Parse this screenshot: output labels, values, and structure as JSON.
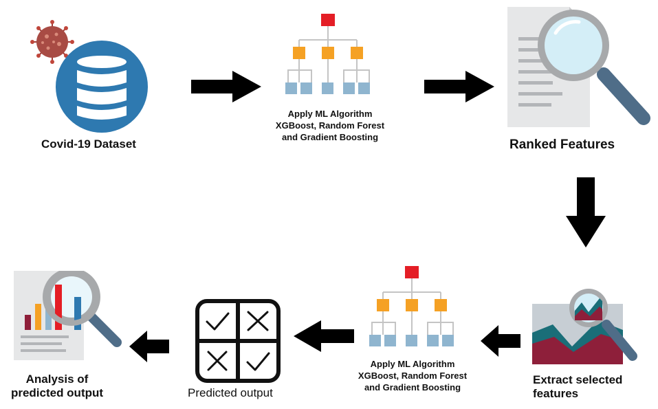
{
  "colors": {
    "db_blue": "#2e79b0",
    "node_red": "#e41e26",
    "node_orange": "#f5a124",
    "node_blue": "#8fb5cf",
    "arrow": "#000000",
    "magnifier_handle": "#4f6d88",
    "chart_crimson": "#8e1f3a",
    "chart_teal": "#1a6e78"
  },
  "steps": {
    "dataset": {
      "label": "Covid-19 Dataset",
      "icon": "database-icon"
    },
    "apply_top": {
      "line1": "Apply ML Algorithm",
      "line2": "XGBoost, Random Forest",
      "line3": "and Gradient Boosting",
      "icon": "tree-hierarchy-icon"
    },
    "ranked": {
      "label": "Ranked Features",
      "icon": "document-magnifier-icon"
    },
    "extract": {
      "line1": "Extract selected",
      "line2": "features",
      "icon": "chart-magnifier-icon"
    },
    "apply_bottom": {
      "line1": "Apply ML Algorithm",
      "line2": "XGBoost, Random Forest",
      "line3": "and Gradient Boosting",
      "icon": "tree-hierarchy-icon"
    },
    "predicted": {
      "label": "Predicted output",
      "icon": "check-cross-grid-icon"
    },
    "analysis": {
      "line1": "Analysis of",
      "line2": "predicted output",
      "icon": "report-magnifier-icon"
    }
  },
  "flow_arrows": [
    "right",
    "right",
    "down",
    "left",
    "left",
    "left"
  ]
}
